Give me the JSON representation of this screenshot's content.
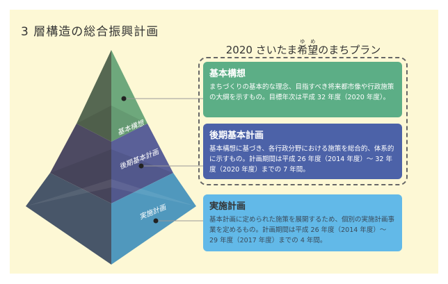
{
  "title": "3 層構造の総合振興計画",
  "plan": {
    "title_prefix": "2020 さいたま",
    "title_kanji": "希望",
    "title_ruby": "ゆめ",
    "title_suffix": "のまちプラン"
  },
  "layers": [
    {
      "label": "基本構想",
      "heading": "基本構想",
      "body": "まちづくりの基本的な理念、目指すべき将来都市像や行政施策の大綱を示すもの。目標年次は平成 32 年度（2020 年度）。",
      "color": "#5cae86"
    },
    {
      "label": "後期基本計画",
      "heading": "後期基本計画",
      "body": "基本構想に基づき、各行政分野における施策を総合的、体系的に示すもの。計画期間は平成 26 年度（2014 年度）〜 32 年度（2020 年度）までの 7 年間。",
      "color": "#4c62a8"
    },
    {
      "label": "実施計画",
      "heading": "実施計画",
      "body": "基本計画に定められた施策を展開するため、個別の実施計画事業を定めるもの。計画期間は平成 26 年度（2014 年度）〜 29 年度（2017 年度）までの 4 年間。",
      "color": "#62b9e8"
    }
  ]
}
